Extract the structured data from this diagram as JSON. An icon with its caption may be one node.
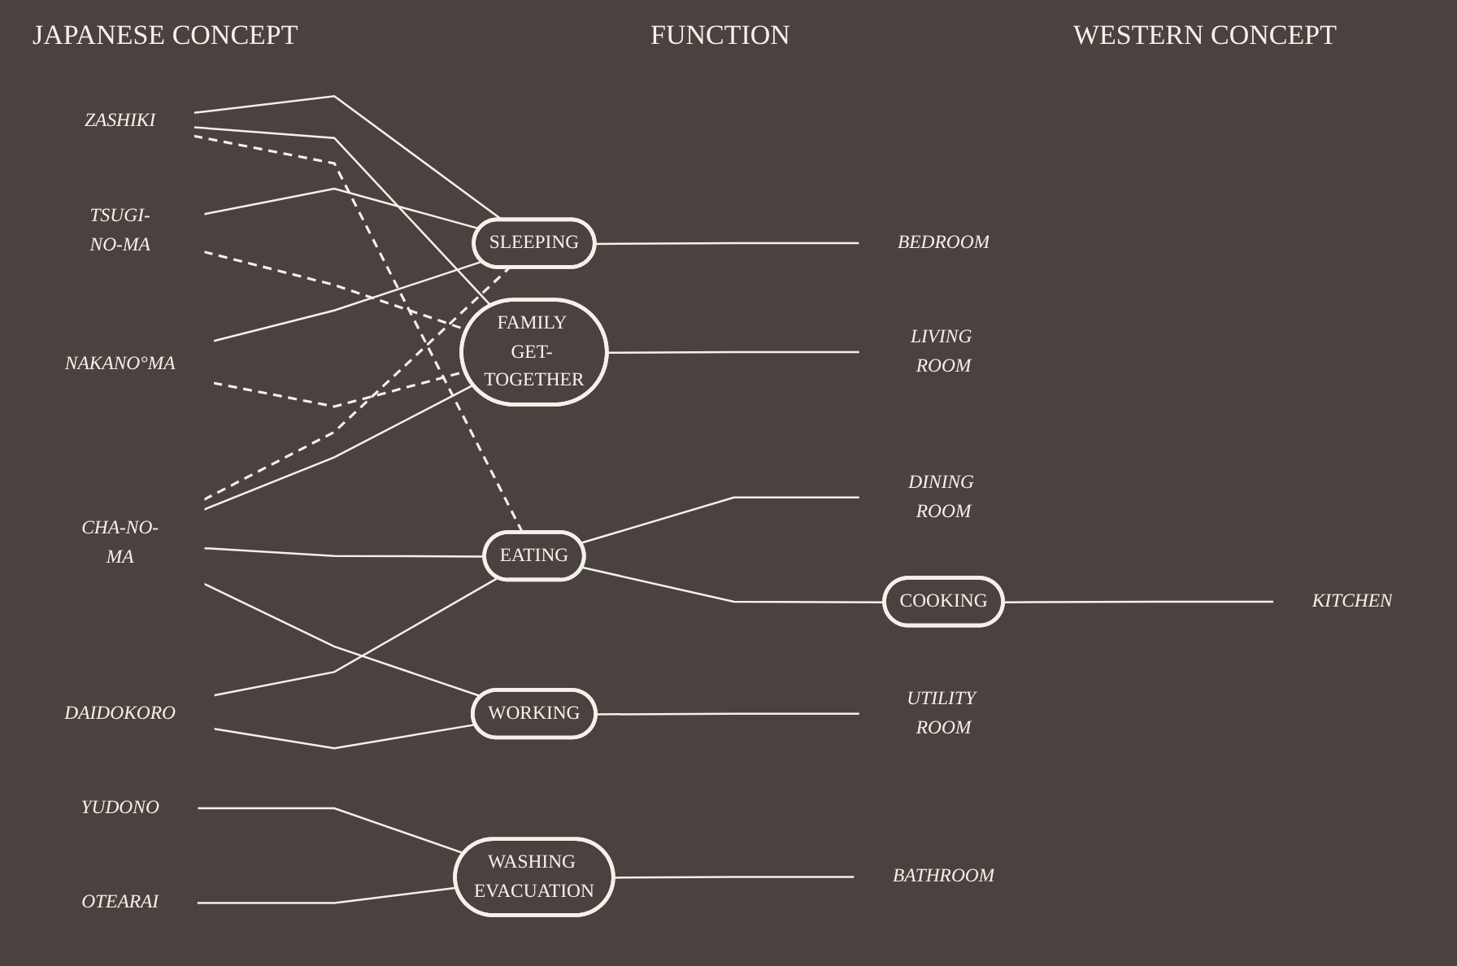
{
  "diagram": {
    "nodes": [
      {
        "text": [
          "ZASHIKI"
        ]
      },
      {
        "text": [
          "TSUGI-NO-MA"
        ]
      },
      {
        "text": [
          "NAKANO°MA"
        ]
      },
      {
        "text": [
          "CHA-NO-MA"
        ]
      },
      {
        "text": [
          "DAIDOKORO"
        ]
      },
      {
        "text": [
          "YUDONO"
        ]
      },
      {
        "text": [
          "OTEARAI"
        ]
      },
      {
        "text": [
          "SLEEPING"
        ]
      },
      {
        "text": [
          "FAMILY GET- TOGETHER"
        ]
      },
      {
        "text": [
          "EATING"
        ]
      },
      {
        "text": [
          "COOKING"
        ]
      },
      {
        "text": [
          "WASHING EVACUATION"
        ]
      },
      {
        "text": [
          "WORKING"
        ]
      },
      {
        "text": [
          "LIVING ROOM"
        ]
      },
      {
        "text": [
          "BEDROOM"
        ]
      },
      {
        "text": [
          "DINING ROOM"
        ]
      },
      {
        "text": [
          "KITCHEN"
        ]
      },
      {
        "text": [
          "UTILITY ROOM"
        ]
      },
      {
        "text": [
          "BATHROOM"
        ]
      }
    ],
    "edges": [
      {
        "from": 0,
        "to": 7,
        "arrow": "none"
      },
      {
        "from": 1,
        "to": 7,
        "arrow": "none"
      },
      {
        "from": 2,
        "to": 7,
        "arrow": "none"
      },
      {
        "from": 3,
        "to": 7,
        "arrow": "none",
        "style": "dashed"
      },
      {
        "from": 7,
        "to": 14,
        "arrow": "none"
      },
      {
        "from": 0,
        "to": 8,
        "arrow": "none"
      },
      {
        "from": 1,
        "to": 8,
        "arrow": "none",
        "style": "dashed"
      },
      {
        "from": 2,
        "to": 8,
        "arrow": "none",
        "style": "dashed"
      },
      {
        "from": 3,
        "to": 8,
        "arrow": "none"
      },
      {
        "from": 8,
        "to": 13,
        "arrow": "none"
      },
      {
        "from": 0,
        "to": 9,
        "arrow": "none",
        "style": "dashed"
      },
      {
        "from": 3,
        "to": 9,
        "arrow": "none"
      },
      {
        "from": 4,
        "to": 9,
        "arrow": "none"
      },
      {
        "from": 9,
        "to": 15,
        "arrow": "none"
      },
      {
        "from": 9,
        "to": 10,
        "arrow": "none"
      },
      {
        "from": 10,
        "to": 16,
        "arrow": "none"
      },
      {
        "from": 3,
        "to": 12,
        "arrow": "none"
      },
      {
        "from": 4,
        "to": 12,
        "arrow": "none"
      },
      {
        "from": 5,
        "to": 11,
        "arrow": "none"
      },
      {
        "from": 6,
        "to": 11,
        "arrow": "none"
      },
      {
        "from": 11,
        "to": 18,
        "arrow": "none"
      },
      {
        "from": 12,
        "to": 17,
        "arrow": "none"
      }
    ],
    "labels": [
      "JAPANESE CONCEPT",
      "FUNCTION",
      "WESTERN CONCEPT"
    ]
  }
}
